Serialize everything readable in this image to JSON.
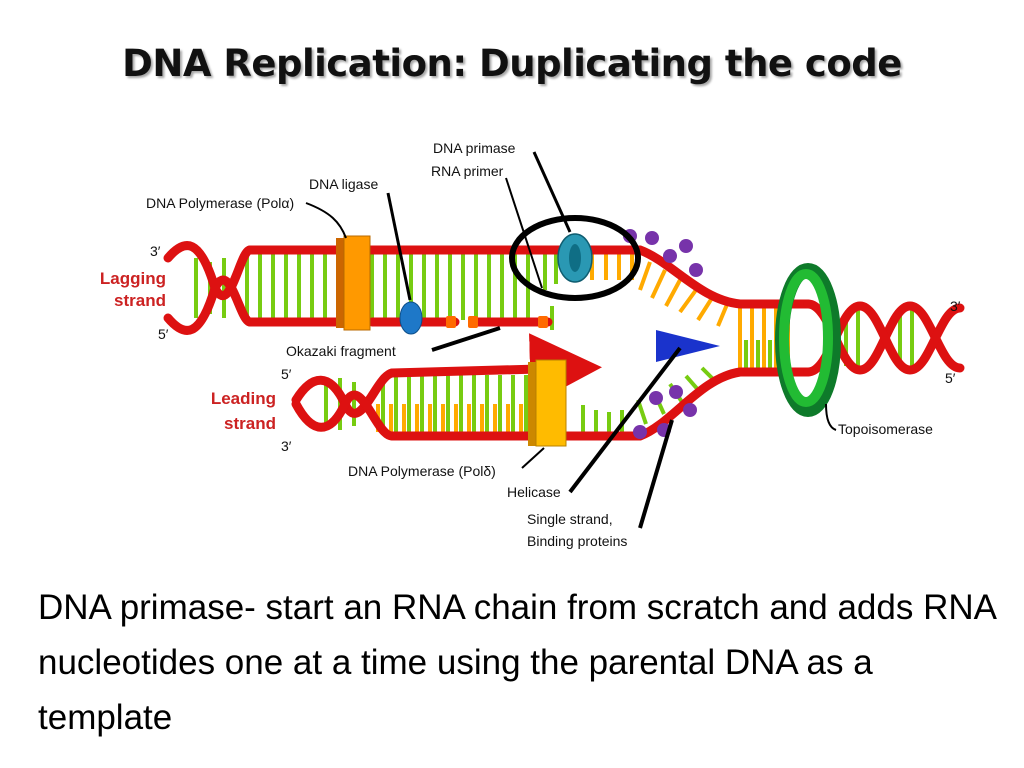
{
  "slide": {
    "title": "DNA Replication:  Duplicating the code",
    "body": "DNA primase- start an RNA chain from scratch and adds RNA nucleotides one at a time using the parental DNA as a template"
  },
  "diagram": {
    "labels": {
      "dna_primase": "DNA primase",
      "rna_primer": "RNA primer",
      "dna_ligase": "DNA ligase",
      "pol_alpha": "DNA Polymerase (Polα)",
      "okazaki": "Okazaki fragment",
      "pol_delta": "DNA Polymerase (Polδ)",
      "helicase": "Helicase",
      "ssb_line1": "Single strand,",
      "ssb_line2": "Binding proteins",
      "topoisomerase": "Topoisomerase",
      "lagging_line1": "Lagging",
      "lagging_line2": "strand",
      "leading_line1": "Leading",
      "leading_line2": "strand",
      "lag_3prime": "3′",
      "lag_5prime": "5′",
      "lead_5prime": "5′",
      "lead_3prime": "3′",
      "right_3prime": "3′",
      "right_5prime": "5′"
    },
    "colors": {
      "backbone": "#dd1111",
      "base_green": "#77cc11",
      "base_orange": "#ffaa00",
      "polymerase": "#ff9900",
      "primase": "#2a98b3",
      "ligase": "#1e78c8",
      "helicase": "#1a33cc",
      "ssb": "#7733aa",
      "topoisomerase": "#22aa33",
      "strand_label": "#cc2222",
      "highlight_circle": "#000000"
    }
  }
}
